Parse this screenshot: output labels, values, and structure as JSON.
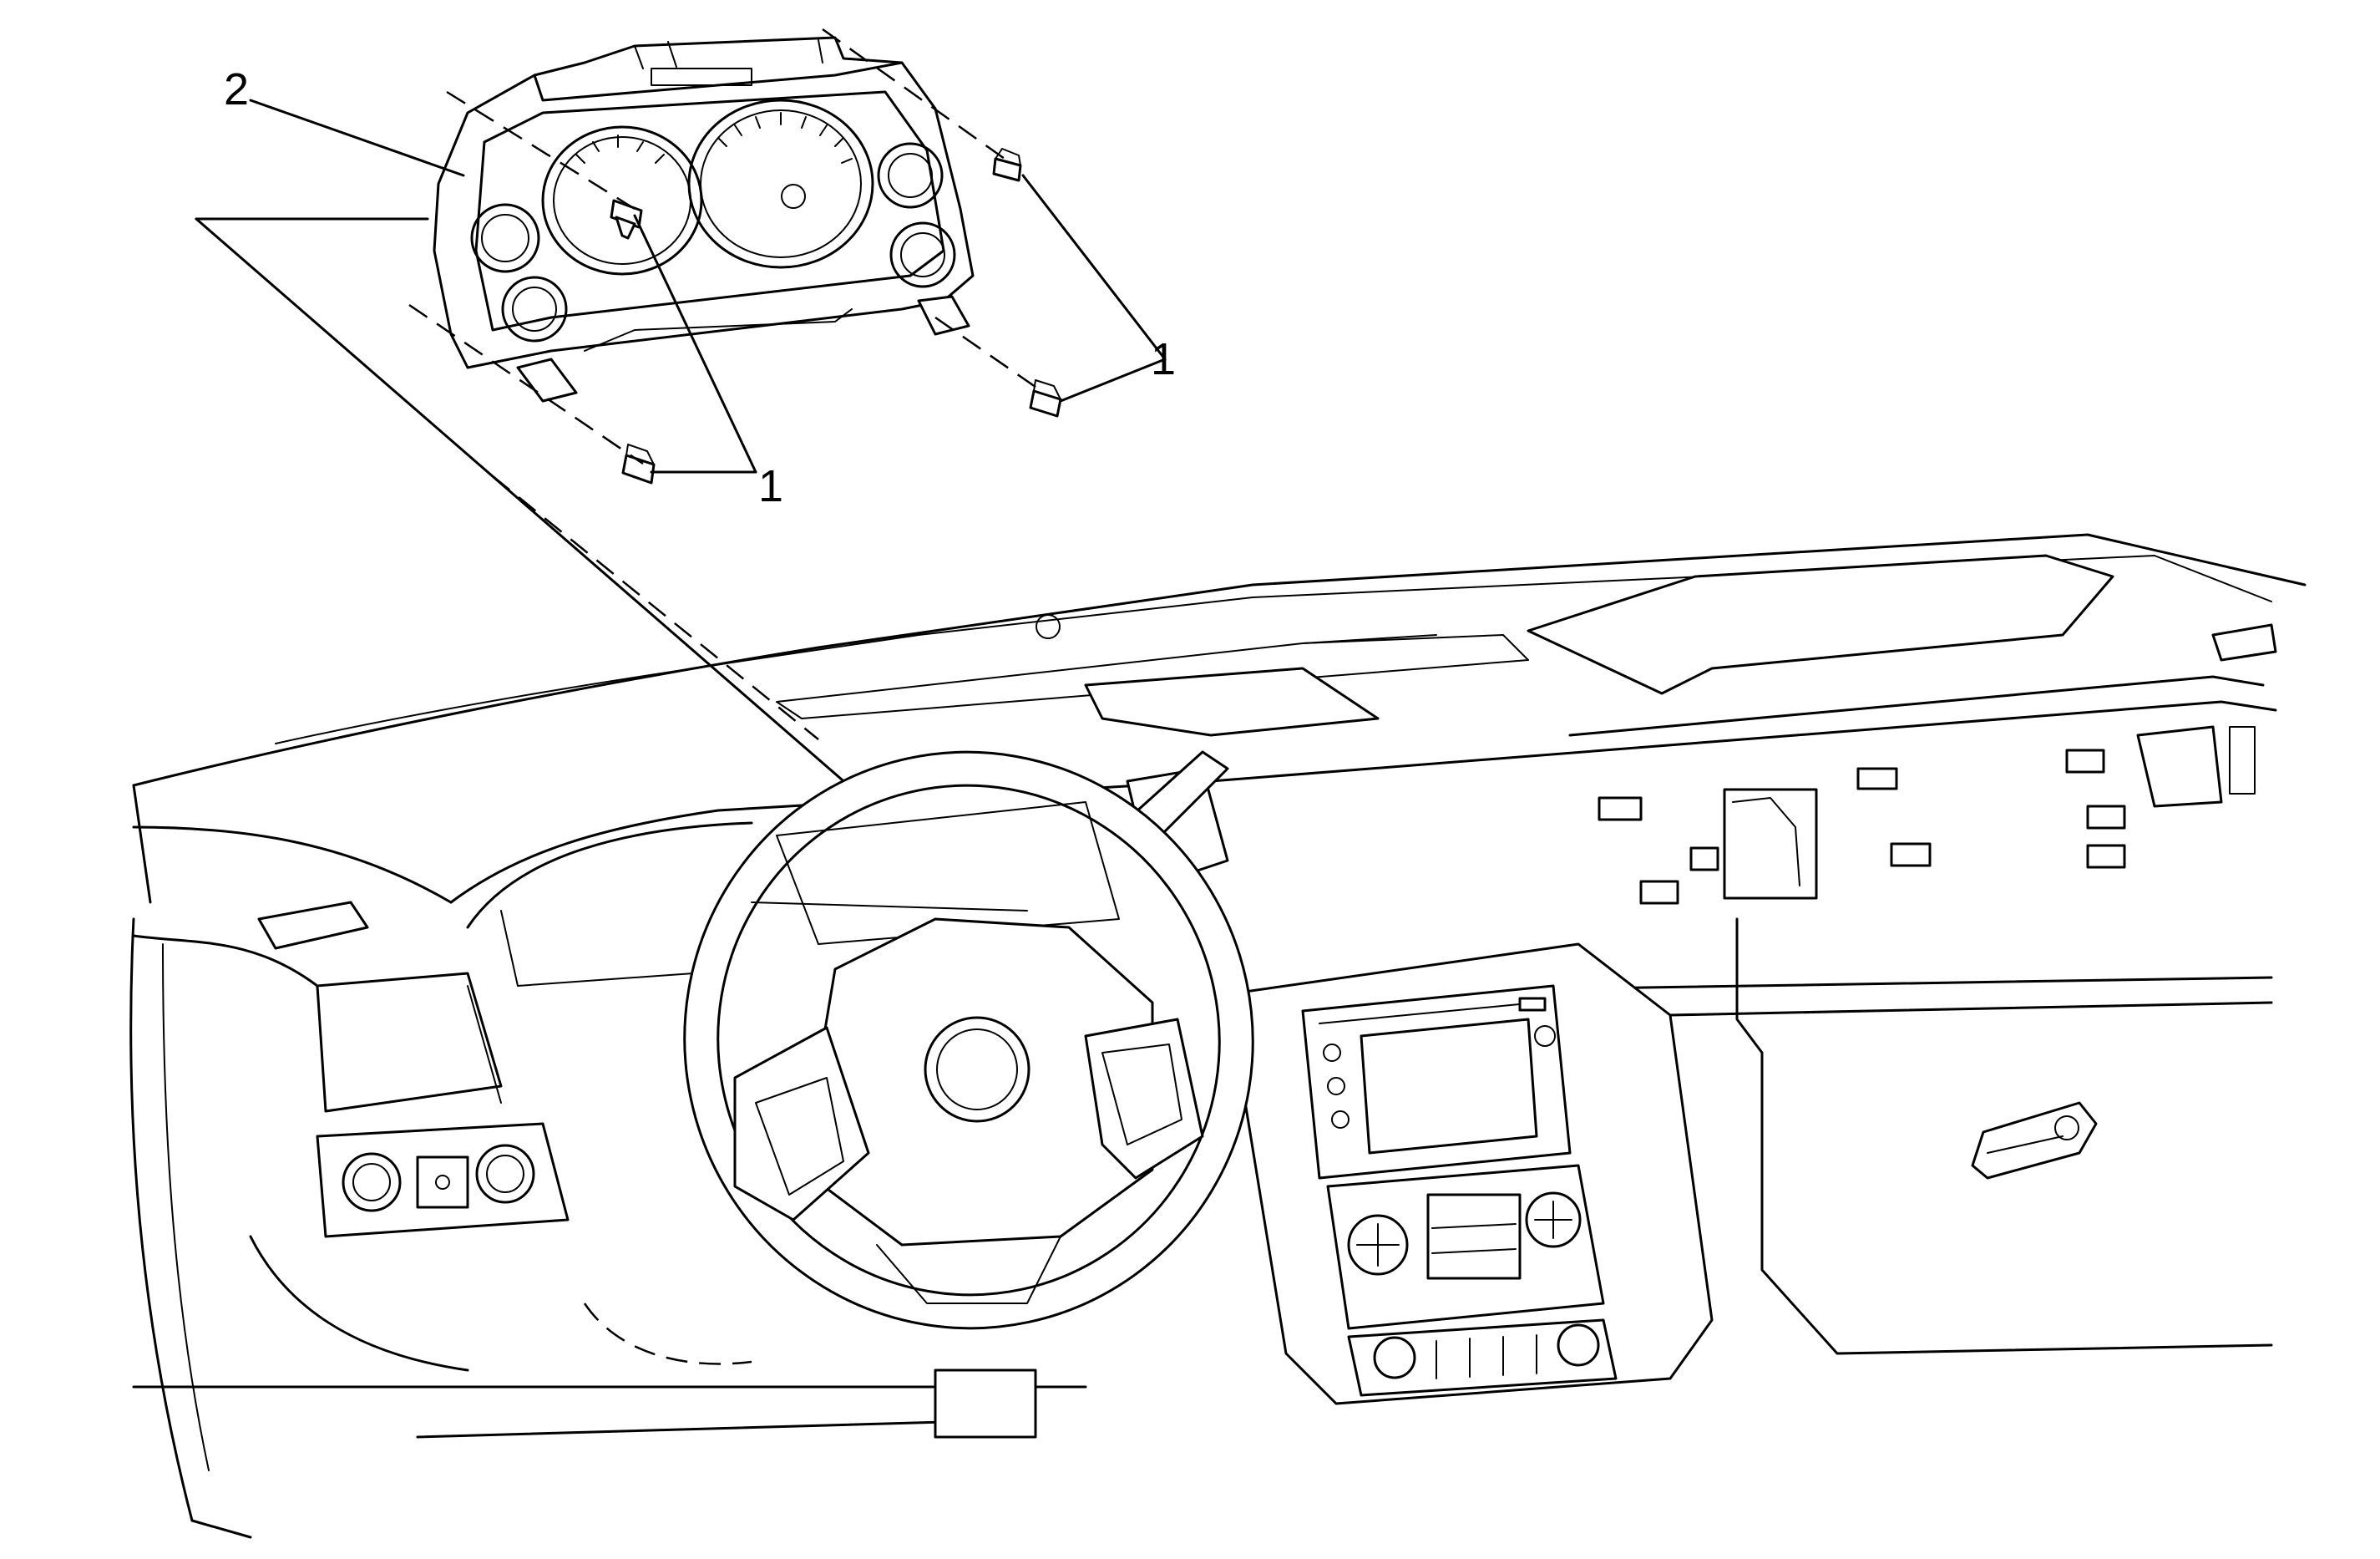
{
  "diagram": {
    "callouts": [
      {
        "id": "c2",
        "label": "2"
      },
      {
        "id": "c1a",
        "label": "1"
      },
      {
        "id": "c1b",
        "label": "1"
      }
    ]
  }
}
